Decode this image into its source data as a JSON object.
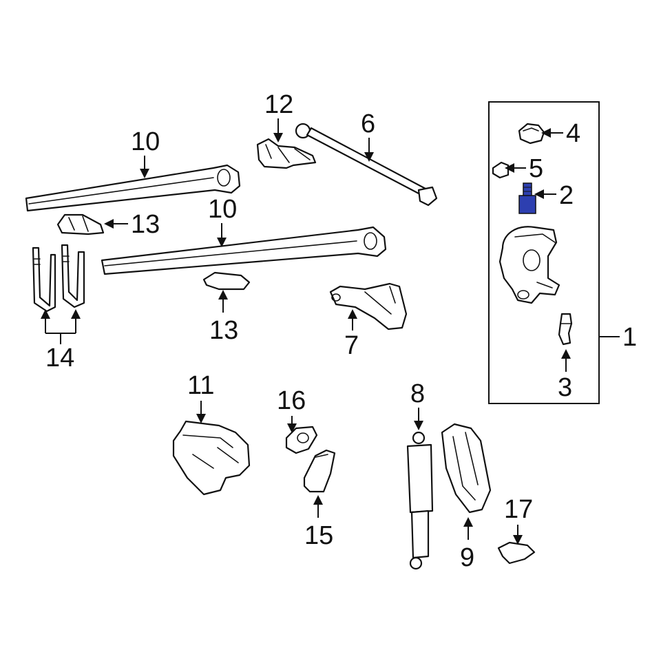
{
  "diagram": {
    "highlight_color": "#2d3fb0",
    "line_color": "#111111",
    "background": "#ffffff",
    "callouts": [
      {
        "id": "c1",
        "text": "1"
      },
      {
        "id": "c2",
        "text": "2"
      },
      {
        "id": "c3",
        "text": "3"
      },
      {
        "id": "c4",
        "text": "4"
      },
      {
        "id": "c5",
        "text": "5"
      },
      {
        "id": "c6",
        "text": "6"
      },
      {
        "id": "c7",
        "text": "7"
      },
      {
        "id": "c8",
        "text": "8"
      },
      {
        "id": "c9",
        "text": "9"
      },
      {
        "id": "c10a",
        "text": "10"
      },
      {
        "id": "c10b",
        "text": "10"
      },
      {
        "id": "c11",
        "text": "11"
      },
      {
        "id": "c12",
        "text": "12"
      },
      {
        "id": "c13a",
        "text": "13"
      },
      {
        "id": "c13b",
        "text": "13"
      },
      {
        "id": "c14",
        "text": "14"
      },
      {
        "id": "c15",
        "text": "15"
      },
      {
        "id": "c16",
        "text": "16"
      },
      {
        "id": "c17",
        "text": "17"
      }
    ]
  }
}
